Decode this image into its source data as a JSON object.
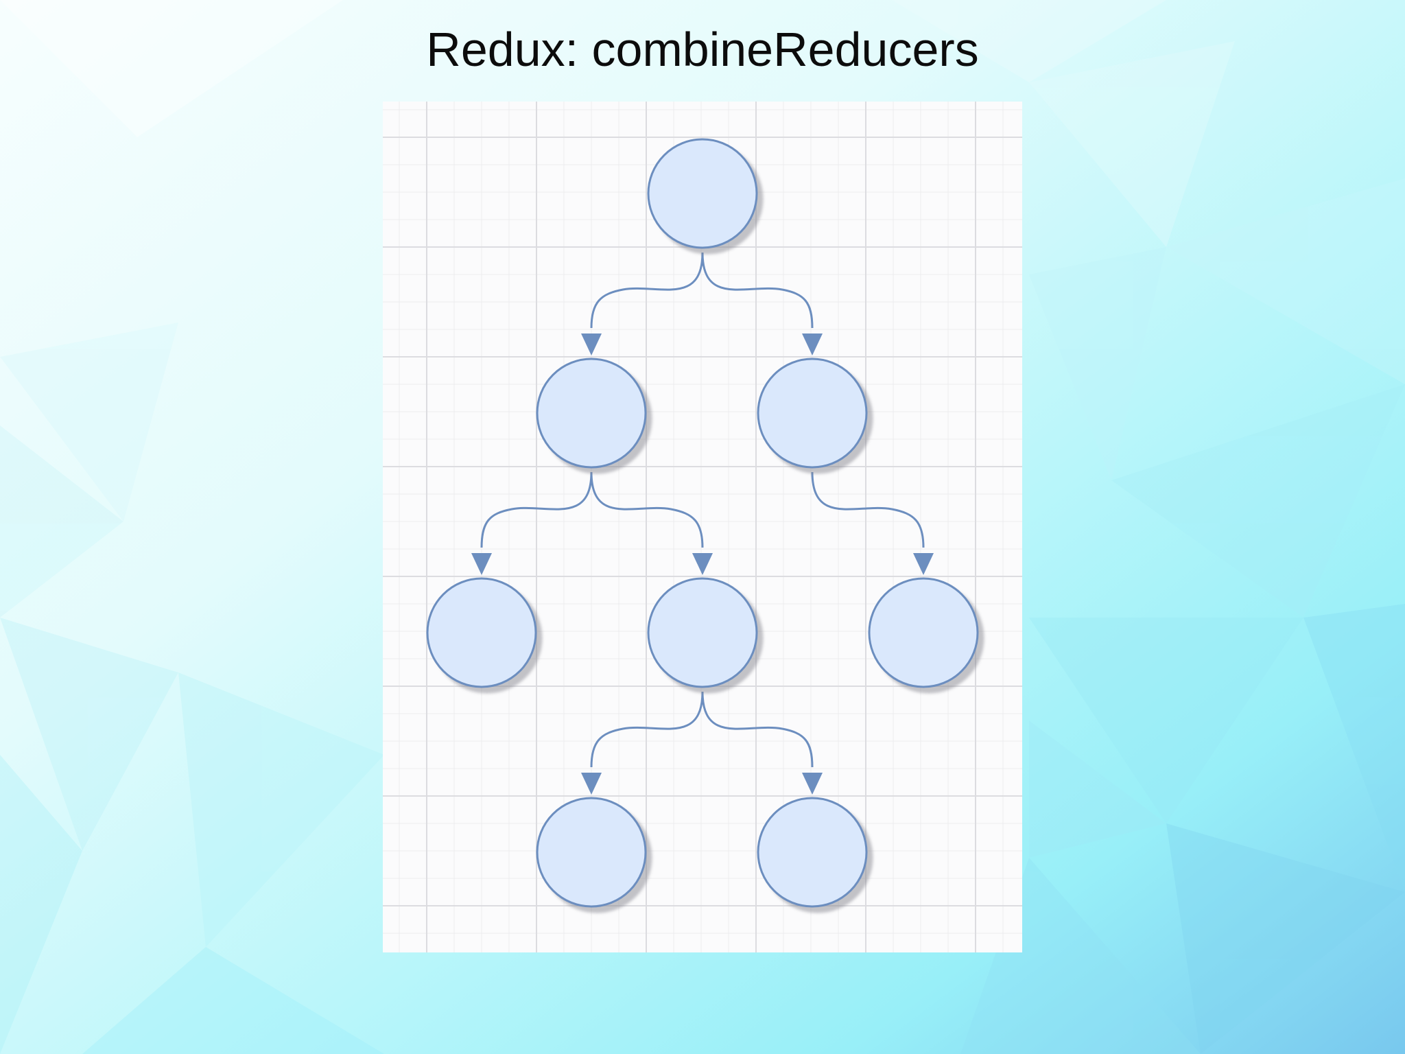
{
  "slide": {
    "title": "Redux: combineReducers"
  },
  "diagram": {
    "kind": "tree",
    "node_count": 8,
    "edge_count": 7,
    "nodes": [
      {
        "id": "root",
        "level": 0
      },
      {
        "id": "left",
        "level": 1
      },
      {
        "id": "right",
        "level": 1
      },
      {
        "id": "left-left",
        "level": 2
      },
      {
        "id": "left-right",
        "level": 2
      },
      {
        "id": "right-right",
        "level": 2
      },
      {
        "id": "left-right-left",
        "level": 3
      },
      {
        "id": "left-right-right",
        "level": 3
      }
    ],
    "edges": [
      {
        "from": "root",
        "to": "left"
      },
      {
        "from": "root",
        "to": "right"
      },
      {
        "from": "left",
        "to": "left-left"
      },
      {
        "from": "left",
        "to": "left-right"
      },
      {
        "from": "right",
        "to": "right-right"
      },
      {
        "from": "left-right",
        "to": "left-right-left"
      },
      {
        "from": "left-right",
        "to": "left-right-right"
      }
    ]
  },
  "colors": {
    "node_fill": "#dae8fc",
    "node_stroke": "#6c8ebf",
    "edge": "#6c8ebf",
    "grid_minor": "#ececee",
    "grid_major": "#dcdce0",
    "canvas": "#fbfbfc",
    "bg_light": "#eafcfd",
    "bg_cyan": "#9af1f8",
    "bg_blue": "#7ccfee"
  },
  "icons": []
}
